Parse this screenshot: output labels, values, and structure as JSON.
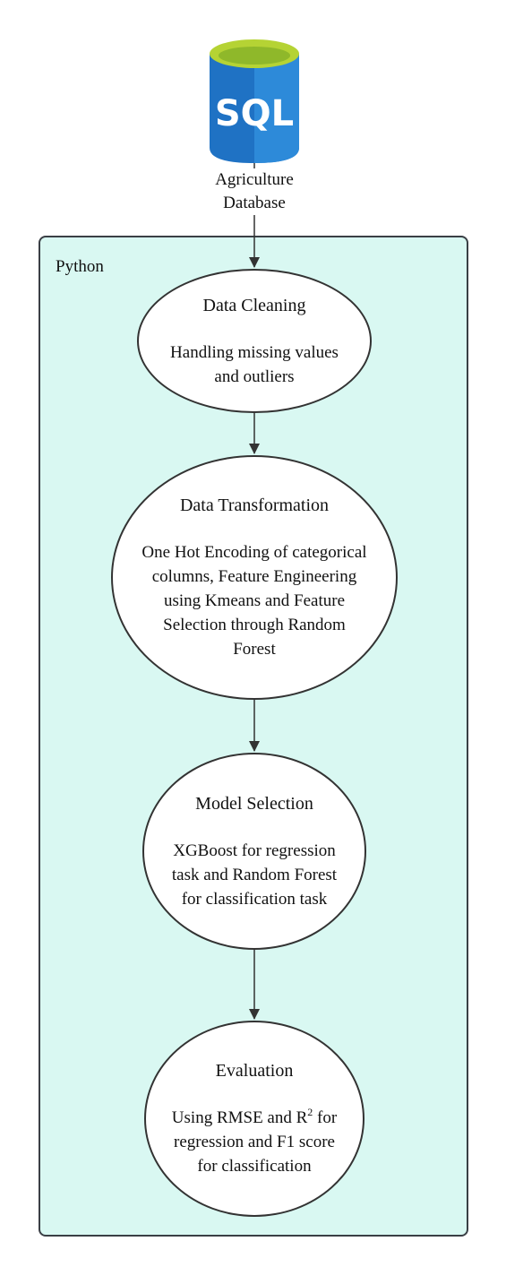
{
  "database": {
    "icon_text": "SQL",
    "label": "Agriculture\nDatabase",
    "colors": {
      "body": "#1f72c4",
      "body_light": "#2d8ad9",
      "top": "#b5d334",
      "top_inner": "#8fb82a"
    }
  },
  "container": {
    "label": "Python",
    "fill": "#d9f8f2"
  },
  "nodes": [
    {
      "title": "Data Cleaning",
      "desc": "Handling missing values\nand outliers"
    },
    {
      "title": "Data Transformation",
      "desc": "One Hot Encoding of categorical\ncolumns, Feature Engineering\nusing Kmeans and Feature\nSelection through Random\nForest"
    },
    {
      "title": "Model Selection",
      "desc": "XGBoost for regression\ntask and Random Forest\nfor classification task"
    },
    {
      "title": "Evaluation",
      "desc_pre": "Using RMSE and R",
      "desc_sup": "2",
      "desc_post": " for\nregression and F1 score\nfor classification"
    }
  ]
}
